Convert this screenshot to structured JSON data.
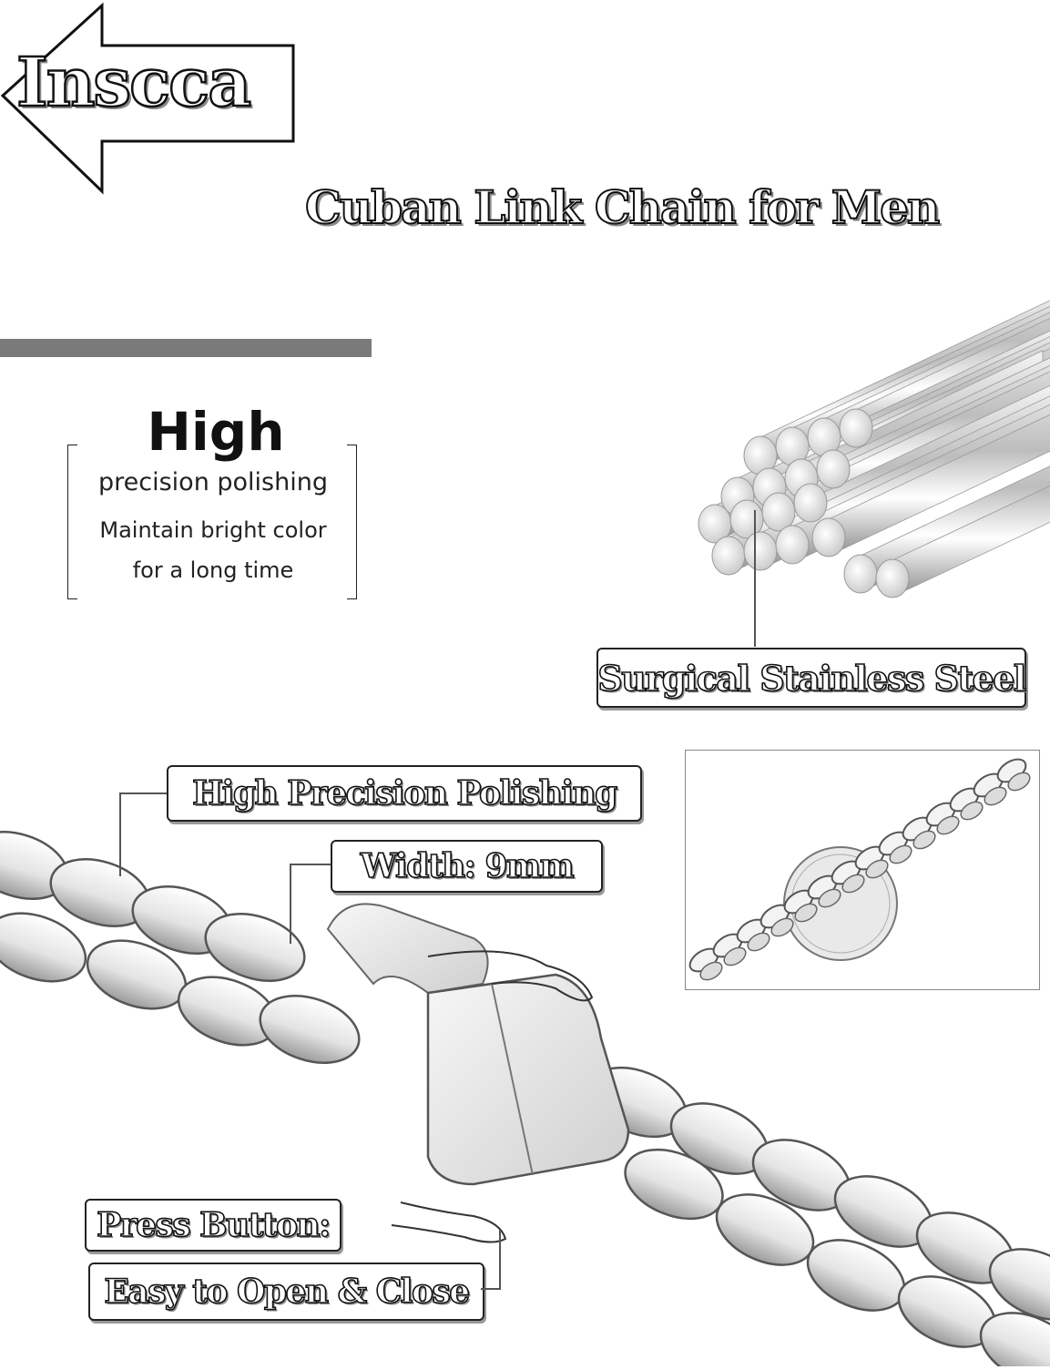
{
  "brand": {
    "name": "Inscca"
  },
  "header": {
    "title": "Cuban Link Chain for Men"
  },
  "feature": {
    "heading": "High",
    "lines": [
      "precision polishing",
      "Maintain bright color",
      "for a long time"
    ]
  },
  "labels": {
    "material": "Surgical Stainless Steel",
    "polishing": "High Precision Polishing",
    "width": "Width: 9mm",
    "press_button": "Press Button:",
    "easy_open": "Easy to Open & Close"
  },
  "images": {
    "steel_rods": "stainless-steel-rods",
    "chain_with_coin": "chain-next-to-coin",
    "chain_clasp": "cuban-chain-box-clasp"
  },
  "colors": {
    "divider": "#7a7a7a",
    "text": "#111111"
  }
}
